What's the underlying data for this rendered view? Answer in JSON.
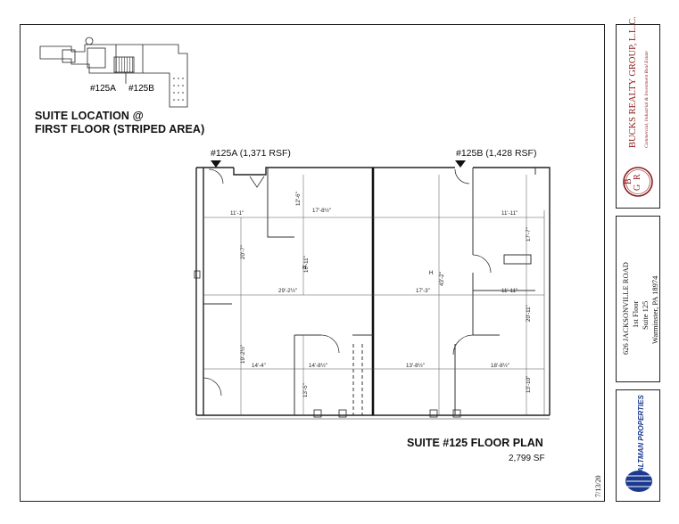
{
  "location": {
    "map_label_a": "#125A",
    "map_label_b": "#125B",
    "title_line1": "SUITE LOCATION @",
    "title_line2": "FIRST FLOOR (STRIPED AREA)"
  },
  "suites": {
    "a_label": "#125A (1,371 RSF)",
    "b_label": "#125B (1,428 RSF)"
  },
  "floor_plan": {
    "title": "SUITE #125 FLOOR PLAN",
    "area": "2,799 SF",
    "date": "7/13/20",
    "dimensions": {
      "d1": "11'-1\"",
      "d2": "12'-6\"",
      "d3": "17'-8½\"",
      "d4": "20'-7\"",
      "d5": "16'-11\"",
      "d6": "29'-2½\"",
      "d7": "19'-2½\"",
      "d8": "14'-4\"",
      "d9": "14'-8½\"",
      "d10": "13'-5\"",
      "d11": "43'-2\"",
      "d12": "17'-3\"",
      "d13": "13'-8½\"",
      "d14": "11'-11\"",
      "d15": "17'-7\"",
      "d16": "11'-11\"",
      "d17": "20'-11\"",
      "d18": "18'-8½\"",
      "d19": "13'-10\""
    }
  },
  "brand": {
    "company_name": "BUCKS REALTY GROUP, L.L.C.",
    "tagline": "Commercial, Industrial & Investment Real Estate",
    "monogram": [
      "B",
      "R",
      "G"
    ]
  },
  "address": {
    "street": "626 JACKSONVILLE ROAD",
    "floor": "1st Floor",
    "suite": "Suite 125",
    "city": "Warminster, PA 18974"
  },
  "logo": {
    "text": "ALTMAN PROPERTIES"
  },
  "colors": {
    "brand_red": "#8b1c1c",
    "logo_blue": "#1b3a8f",
    "line": "#222222"
  }
}
